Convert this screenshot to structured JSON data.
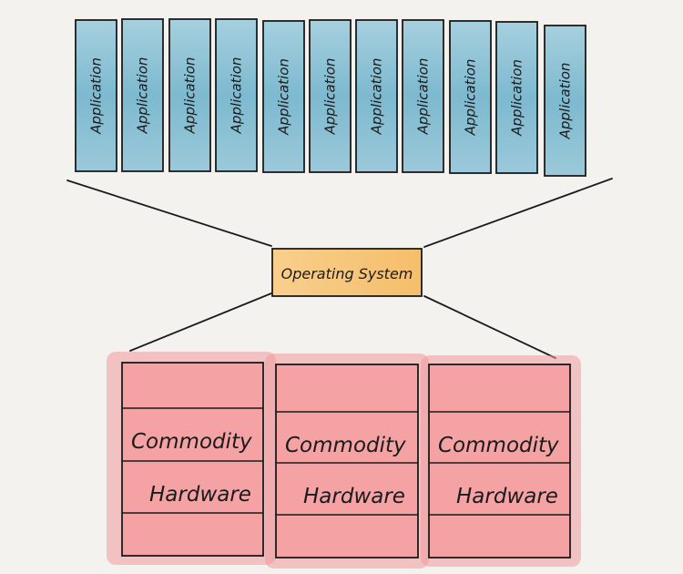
{
  "apps": {
    "label": "Application",
    "count": 11
  },
  "os": {
    "label": "Operating System"
  },
  "hardware": {
    "line1": "Commodity",
    "line2": "Hardware",
    "count": 3
  },
  "colors": {
    "background": "#f4f2ef",
    "app_fill": "#8fc4d6",
    "app_fill_dark": "#6fb1c9",
    "os_fill": "#f7c77a",
    "hw_fill": "#f19a9c",
    "hw_fill_dark": "#ec8688",
    "ink": "#1b1b1b"
  }
}
